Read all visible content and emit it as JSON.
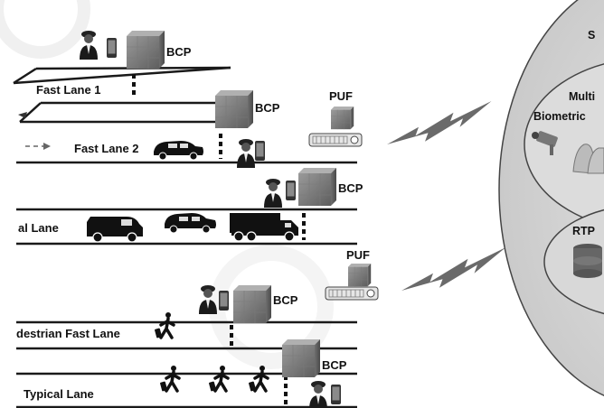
{
  "labels": {
    "bcp": "BCP",
    "puf": "PUF",
    "fast_lane_1": "Fast Lane 1",
    "fast_lane_2": "Fast Lane 2",
    "typical_vehicle_lane": "al Lane",
    "pedestrian_fast_lane": "destrian Fast Lane",
    "typical_lane": "Typical Lane",
    "server_top": "S",
    "multi": "Multi",
    "biometric": "Biometric",
    "rtp": "RTP"
  },
  "icons": [
    "officer-icon",
    "phone-icon",
    "bcp-box-icon",
    "puf-device-icon",
    "wireless-signal-icon",
    "car-icon",
    "van-icon",
    "truck-icon",
    "pedestrian-icon",
    "camera-icon",
    "database-icon"
  ],
  "colors": {
    "background": "#ffffff",
    "box": "#8a8a8a",
    "ring": "#d4d4d4",
    "line": "#1a1a1a"
  }
}
